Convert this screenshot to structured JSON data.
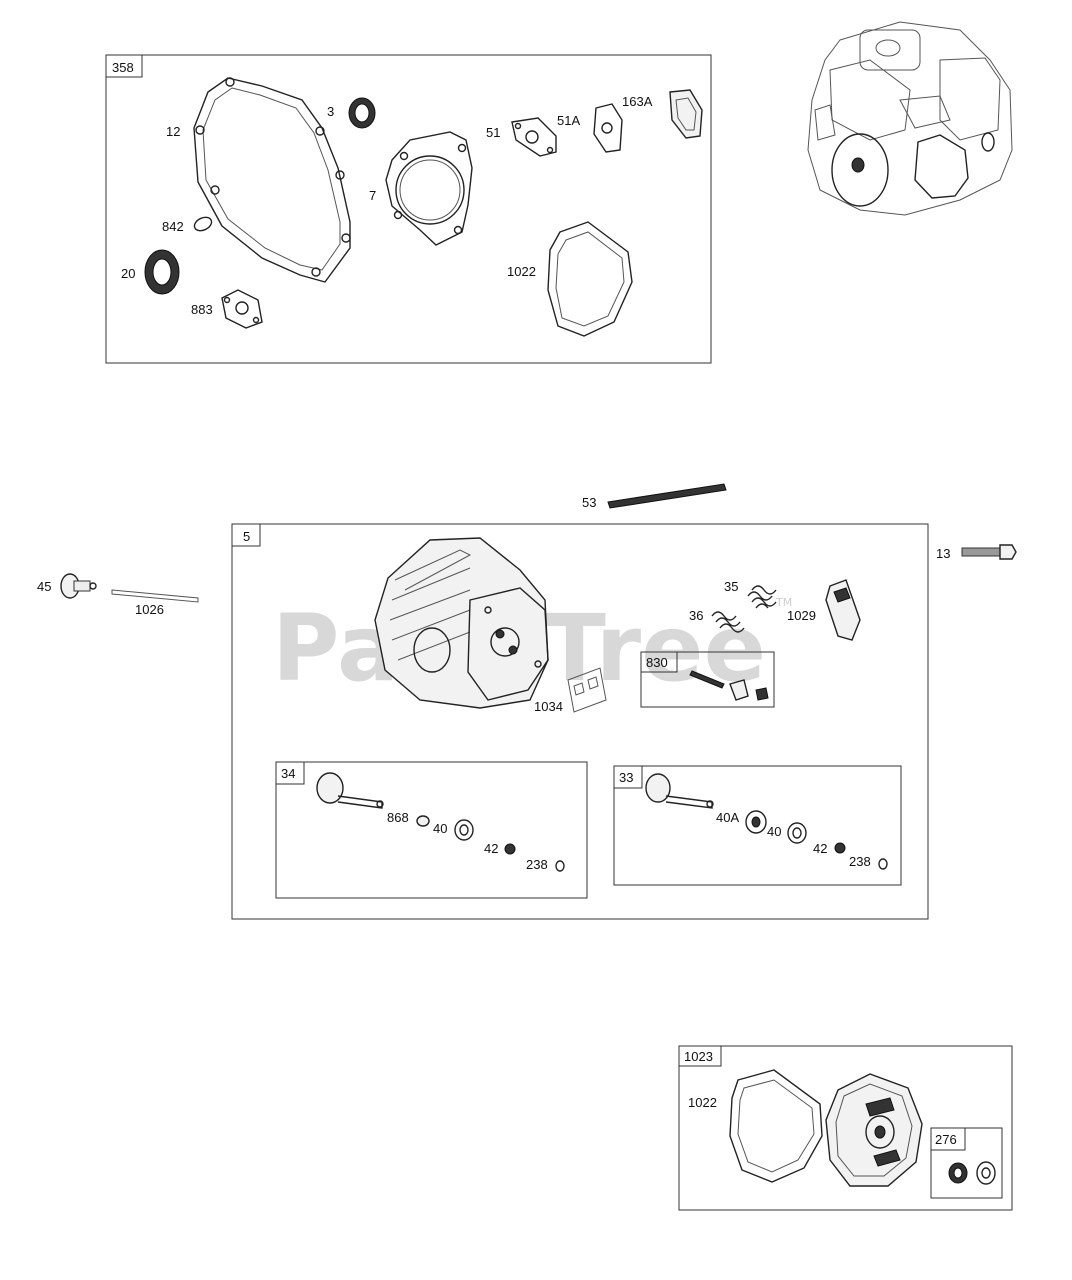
{
  "watermark": {
    "text": "PartsTree",
    "trademark": "TM"
  },
  "boxes": {
    "b358": "358",
    "b5": "5",
    "b830": "830",
    "b34": "34",
    "b33": "33",
    "b1023": "1023",
    "b276": "276"
  },
  "labels": {
    "l12": "12",
    "l3": "3",
    "l7": "7",
    "l51": "51",
    "l51a": "51A",
    "l163a": "163A",
    "l842": "842",
    "l20": "20",
    "l883": "883",
    "l1022top": "1022",
    "l53": "53",
    "l13": "13",
    "l45": "45",
    "l1026": "1026",
    "l35": "35",
    "l36": "36",
    "l1029": "1029",
    "l1034": "1034",
    "l868": "868",
    "l40a": "40",
    "l42a": "42",
    "l238a": "238",
    "l40A": "40A",
    "l40b": "40",
    "l42b": "42",
    "l238b": "238",
    "l1022bot": "1022"
  }
}
